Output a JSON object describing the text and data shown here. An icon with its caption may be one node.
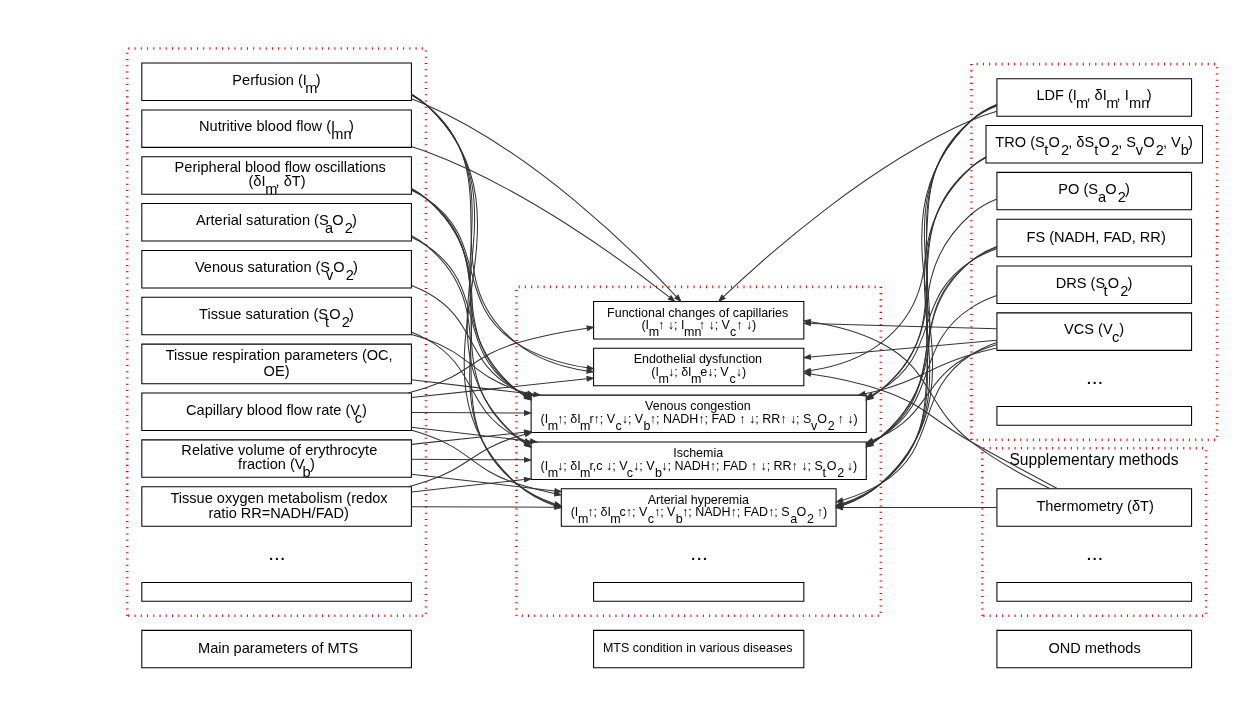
{
  "diagram": {
    "nodes": [
      {
        "text": [
          "Main parameters of MTS"
        ]
      },
      {
        "text": [
          "MTS condition in various diseases"
        ]
      },
      {
        "text": [
          "OND methods"
        ]
      },
      {
        "text": [],
        "shape": "box"
      },
      {
        "text": [
          "Perfusion (I$_{m}$)"
        ],
        "in": 3
      },
      {
        "text": [
          "Nutritive blood flow (I$_{mn}$)"
        ],
        "in": 3
      },
      {
        "text": [
          "Peripheral blood flow oscillations (δI$_{m}$, δT)"
        ],
        "in": 3
      },
      {
        "text": [
          "Arterial saturation (S$_{a}$O$_{2}$)"
        ],
        "in": 3
      },
      {
        "text": [
          "Venous saturation (S$_{v}$O$_{2}$)"
        ],
        "in": 3
      },
      {
        "text": [
          "Tissue saturation (S$_{t}$O$_{2}$)"
        ],
        "in": 3
      },
      {
        "text": [
          "Tissue respiration parameters (OC, OE)"
        ],
        "in": 3
      },
      {
        "text": [
          "Capillary blood flow rate (V$_{c}$)"
        ],
        "in": 3
      },
      {
        "text": [
          "Relative volume of erythrocyte fraction (V$_{b}$)"
        ],
        "in": 3
      },
      {
        "text": [
          "Tissue oxygen metabolism (redox ratio RR=NADH/FAD)"
        ],
        "in": 3
      },
      {
        "text": [],
        "shape": "box",
        "in": 3
      },
      {
        "text": [],
        "shape": "box"
      },
      {
        "text": [
          "Functional changes of capillaries",
          "(I$_{m}$↑ ↓; I$_{mn}$↑ ↓; V$_{c}$↑ ↓)"
        ],
        "in": 15
      },
      {
        "text": [
          "Endothelial dysfunction",
          "(I$_{m}$↓; δI$_{m}$e↓; V$_{c}$↓)"
        ],
        "in": 15
      },
      {
        "text": [
          "Venous congestion",
          "(I$_{m}$↑; δI$_{m}$r↑; V$_{c}$↓; V$_{b}$↑; NADH↑; FAD ↑ ↓; RR↑ ↓; S$_{v}$O$_{2}$ ↑ ↓)"
        ],
        "in": 15
      },
      {
        "text": [
          "Ischemia",
          "(I$_{m}$↓; δI$_{m}$r,c ↓; V$_{c}$↓; V$_{b}$↓; NADH↑; FAD ↑ ↓; RR↑ ↓; S$_{t}$O$_{2}$ ↓)"
        ],
        "in": 15
      },
      {
        "text": [
          "Arterial hyperemia",
          "(I$_{m}$↑; δI$_{m}$c↑; V$_{c}$↑; V$_{b}$↑; NADH↑; FAD↑; S$_{a}$O$_{2}$ ↑)"
        ],
        "in": 15
      },
      {
        "text": [],
        "shape": "box",
        "in": 15
      },
      {
        "text": [],
        "shape": "box"
      },
      {
        "text": [
          "LDF (I$_{m}$, δI$_{m}$, I$_{mn}$)"
        ],
        "in": 22
      },
      {
        "text": [
          "TRO (S$_{t}$O$_{2}$, δS$_{t}$O$_{2}$, S$_{v}$O$_{2}$, V$_{b}$)"
        ],
        "in": 22
      },
      {
        "text": [
          "PO (S$_{a}$O$_{2}$)"
        ],
        "in": 22
      },
      {
        "text": [
          "FS (NADH, FAD, RR)"
        ],
        "in": 22
      },
      {
        "text": [
          "DRS (S$_{t}$O$_{2}$)"
        ],
        "in": 22
      },
      {
        "text": [
          "VCS (V$_{c}$)"
        ],
        "in": 22
      },
      {
        "text": [],
        "shape": "box",
        "in": 22
      },
      {
        "text": [
          "Supplementary methods"
        ]
      },
      {
        "text": [
          "Thermometry (δT)"
        ],
        "in": 30
      },
      {
        "text": [],
        "shape": "box",
        "in": 30
      }
    ],
    "edges": [
      {
        "from": 4,
        "to": 16,
        "arrow": "to"
      },
      {
        "from": 4,
        "to": 17,
        "arrow": "to"
      },
      {
        "from": 4,
        "to": 18,
        "arrow": "to"
      },
      {
        "from": 4,
        "to": 19,
        "arrow": "to"
      },
      {
        "from": 4,
        "to": 20,
        "arrow": "to"
      },
      {
        "from": 5,
        "to": 16,
        "arrow": "to"
      },
      {
        "from": 6,
        "to": 17,
        "arrow": "to"
      },
      {
        "from": 6,
        "to": 18,
        "arrow": "to"
      },
      {
        "from": 6,
        "to": 19,
        "arrow": "to"
      },
      {
        "from": 6,
        "to": 20,
        "arrow": "to"
      },
      {
        "from": 7,
        "to": 18,
        "arrow": "to"
      },
      {
        "from": 7,
        "to": 20,
        "arrow": "to"
      },
      {
        "from": 8,
        "to": 18,
        "arrow": "to"
      },
      {
        "from": 9,
        "to": 18,
        "arrow": "to"
      },
      {
        "from": 9,
        "to": 19,
        "arrow": "to"
      },
      {
        "from": 10,
        "to": 18,
        "arrow": "to"
      },
      {
        "from": 11,
        "to": 16,
        "arrow": "to"
      },
      {
        "from": 11,
        "to": 17,
        "arrow": "to"
      },
      {
        "from": 11,
        "to": 18,
        "arrow": "to"
      },
      {
        "from": 11,
        "to": 19,
        "arrow": "to"
      },
      {
        "from": 11,
        "to": 20,
        "arrow": "to"
      },
      {
        "from": 12,
        "to": 18,
        "arrow": "to"
      },
      {
        "from": 12,
        "to": 19,
        "arrow": "to"
      },
      {
        "from": 12,
        "to": 20,
        "arrow": "to"
      },
      {
        "from": 13,
        "to": 18,
        "arrow": "to"
      },
      {
        "from": 13,
        "to": 19,
        "arrow": "to"
      },
      {
        "from": 13,
        "to": 20,
        "arrow": "to"
      },
      {
        "from": 23,
        "to": 16,
        "arrow": "to"
      },
      {
        "from": 23,
        "to": 17,
        "arrow": "to"
      },
      {
        "from": 23,
        "to": 18,
        "arrow": "to"
      },
      {
        "from": 23,
        "to": 19,
        "arrow": "to"
      },
      {
        "from": 23,
        "to": 20,
        "arrow": "to"
      },
      {
        "from": 24,
        "to": 18,
        "arrow": "to"
      },
      {
        "from": 24,
        "to": 19,
        "arrow": "to"
      },
      {
        "from": 24,
        "to": 20,
        "arrow": "to"
      },
      {
        "from": 25,
        "to": 20,
        "arrow": "to"
      },
      {
        "from": 26,
        "to": 18,
        "arrow": "to"
      },
      {
        "from": 26,
        "to": 19,
        "arrow": "to"
      },
      {
        "from": 26,
        "to": 20,
        "arrow": "to"
      },
      {
        "from": 27,
        "to": 19,
        "arrow": "to"
      },
      {
        "from": 28,
        "to": 16,
        "arrow": "to"
      },
      {
        "from": 28,
        "to": 17,
        "arrow": "to"
      },
      {
        "from": 28,
        "to": 18,
        "arrow": "to"
      },
      {
        "from": 28,
        "to": 19,
        "arrow": "to"
      },
      {
        "from": 28,
        "to": 20,
        "arrow": "to"
      },
      {
        "from": 31,
        "to": 16,
        "arrow": "to"
      },
      {
        "from": 31,
        "to": 17,
        "arrow": "to"
      },
      {
        "from": 31,
        "to": 20,
        "arrow": "to"
      }
    ],
    "labels": [
      "...",
      "...",
      "...",
      "..."
    ]
  }
}
